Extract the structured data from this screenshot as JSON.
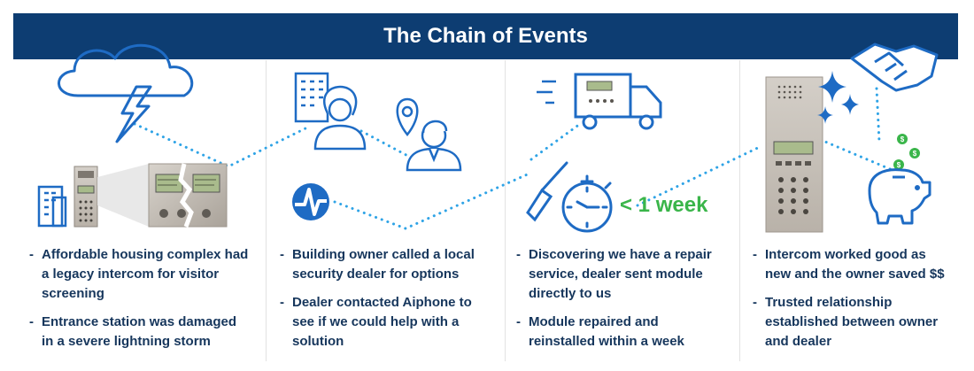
{
  "title": "The Chain of Events",
  "colors": {
    "header_bg": "#0d3d72",
    "icon_blue": "#1e6bc4",
    "dots": "#2ea3e6",
    "green": "#3ab54a",
    "text": "#16365c"
  },
  "bullet_marker": "-",
  "steps": [
    {
      "icons": [
        "lightning-cloud-icon",
        "apartment-building-icon",
        "intercom-panel-icon",
        "damaged-intercom-closeup-image"
      ],
      "bullets": [
        "Affordable housing complex had a legacy intercom for visitor screening",
        "Entrance station was damaged in a severe lightning storm"
      ]
    },
    {
      "icons": [
        "office-building-icon",
        "woman-avatar-icon",
        "location-pin-icon",
        "man-avatar-icon",
        "aiphone-logo-icon"
      ],
      "bullets": [
        "Building owner called a local security dealer for options",
        "Dealer contacted Aiphone to see if we could help with a solution"
      ]
    },
    {
      "icons": [
        "delivery-truck-icon",
        "screwdriver-icon",
        "stopwatch-icon"
      ],
      "callout": "< 1 week",
      "bullets": [
        "Discovering we have a repair service, dealer sent module directly to us",
        "Module repaired and reinstalled within a week"
      ]
    },
    {
      "icons": [
        "restored-intercom-panel-image",
        "sparkle-icon",
        "handshake-icon",
        "dollar-coins-icon",
        "piggy-bank-icon"
      ],
      "bullets": [
        "Intercom worked good as new and the owner saved $$",
        "Trusted relationship established between owner and dealer"
      ]
    }
  ]
}
